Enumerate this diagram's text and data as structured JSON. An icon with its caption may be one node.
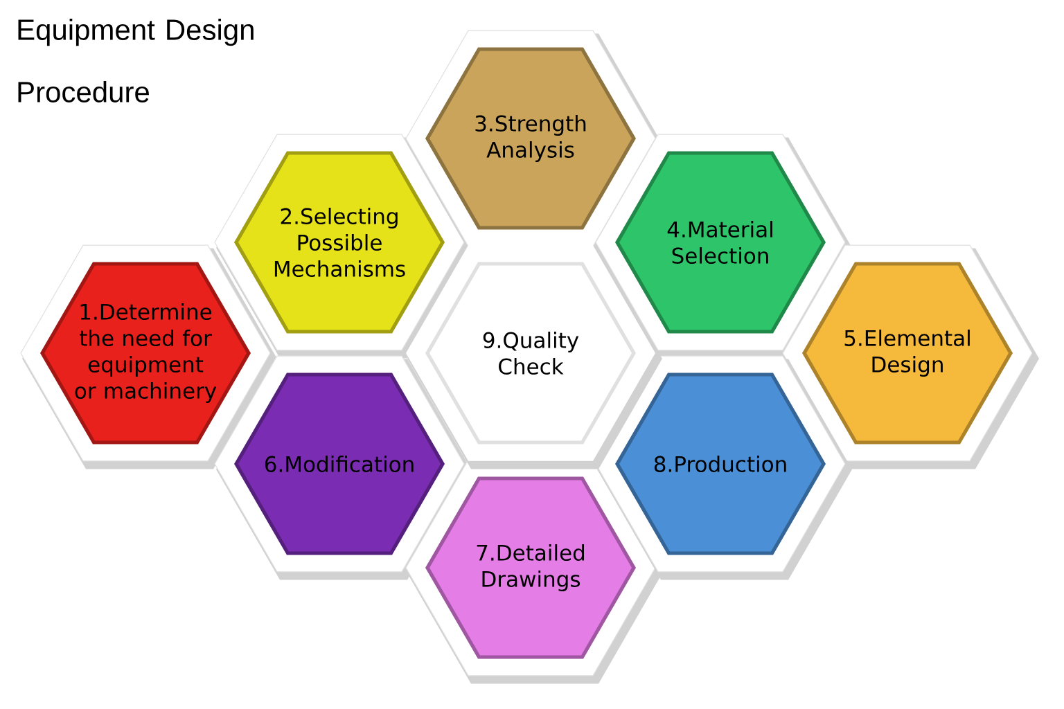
{
  "diagram": {
    "title": "Equipment Design Procedure",
    "nodes": [
      {
        "text": [
          "1.Determine the need for equipment or machinery"
        ]
      },
      {
        "text": [
          "2.Selecting Possible Mechanisms"
        ]
      },
      {
        "text": [
          "3.Strength Analysis"
        ]
      },
      {
        "text": [
          "4.Material Selection"
        ]
      },
      {
        "text": [
          "5.Elemental Design"
        ]
      },
      {
        "text": [
          "6.Modification"
        ]
      },
      {
        "text": [
          "7.Detailed Drawings"
        ]
      },
      {
        "text": [
          "8.Production"
        ]
      },
      {
        "text": [
          "9.Quality Check"
        ]
      }
    ]
  }
}
